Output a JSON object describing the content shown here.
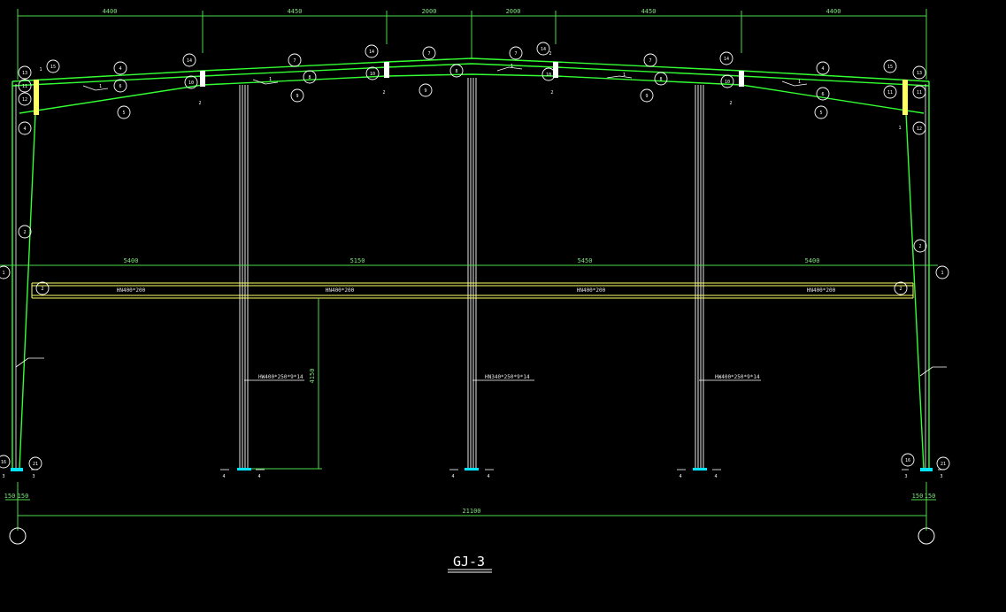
{
  "drawing": {
    "title": "GJ-3",
    "colors": {
      "background": "#000000",
      "frame": "#33ff33",
      "dimension": "#4ddc4d",
      "beam": "#ffff66",
      "column": "#ffffff",
      "accent": "#00e5ff"
    },
    "top_dimensions": [
      "4400",
      "4450",
      "2000",
      "2000",
      "4450",
      "4400"
    ],
    "mid_dimensions": [
      "5400",
      "5150",
      "5450",
      "5400"
    ],
    "beam_labels": [
      "HN400*200",
      "HN400*200",
      "HN400*200",
      "HN400*200"
    ],
    "column_labels": [
      "HW400*250*9*14",
      "HN340*250*9*14",
      "HW400*250*9*14"
    ],
    "height_dimension": "4150",
    "bottom_dimension": "21100",
    "base_offsets": [
      "150",
      "150",
      "150",
      "150"
    ],
    "section_marks": {
      "top_splices": [
        "2",
        "2",
        "2",
        "2",
        "2"
      ],
      "end_marks": [
        "1",
        "1"
      ],
      "base_marks": [
        "3",
        "3",
        "3",
        "3"
      ],
      "column_base_marks": [
        "4",
        "4",
        "4",
        "4",
        "4",
        "4"
      ]
    },
    "callout_numbers": [
      "13",
      "15",
      "11",
      "12",
      "4",
      "6",
      "5",
      "14",
      "10",
      "7",
      "8",
      "9",
      "3",
      "2",
      "1",
      "16",
      "21"
    ],
    "slope_label": "1"
  }
}
